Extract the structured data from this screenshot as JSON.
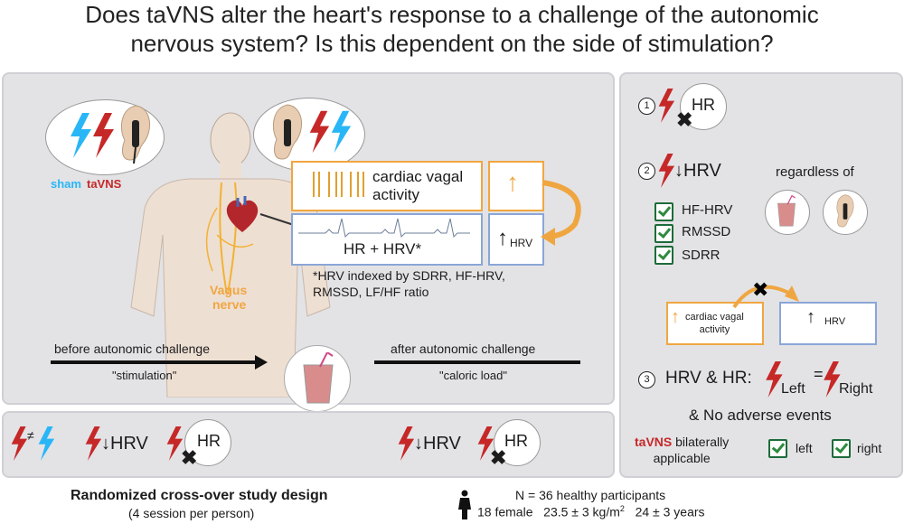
{
  "title": {
    "line1": "Does taVNS alter the heart's response to a challenge of the autonomic",
    "line2": "nervous system? Is this dependent on the side of stimulation?"
  },
  "left_panel": {
    "sham_label": "sham",
    "tavns_label": "taVNS",
    "vagus_label": "Vagus",
    "nerve_label": "nerve",
    "cardiac_vagal_activity": "cardiac vagal\nactivity",
    "up_arrow": "↑",
    "hr_hrv": "HR + HRV*",
    "hrv_up_symbol": "↑",
    "hrv_up_text": "HRV",
    "footnote_line1": "*HRV indexed by SDRR, HF-HRV,",
    "footnote_line2": "RMSSD, LF/HF ratio",
    "before_label": "before autonomic challenge",
    "stimulation_label": "\"stimulation\"",
    "after_label": "after autonomic challenge",
    "caloric_label": "\"caloric load\""
  },
  "bottom_panel": {
    "neq": "≠",
    "hrv1": "↓HRV",
    "hr1": "HR",
    "hrv2": "↓HRV",
    "hr2": "HR"
  },
  "right_panel": {
    "num1": "1",
    "hr": "HR",
    "num2": "2",
    "hrv_down": "↓HRV",
    "regardless": "regardless of",
    "checks": [
      "HF-HRV",
      "RMSSD",
      "SDRR"
    ],
    "cva_line1": "cardiac vagal",
    "cva_line2": "activity",
    "cva_arrow": "↑",
    "hrv_box_arrow": "↑",
    "hrv_box_text": "HRV",
    "num3": "3",
    "hrv_hr": "HRV & HR:",
    "left_sub": "Left",
    "equals": "=",
    "right_sub": "Right",
    "no_adverse": "& No adverse events",
    "tavns": "taVNS",
    "bilaterally": "bilaterally",
    "applicable": "applicable",
    "left_opt": "left",
    "right_opt": "right"
  },
  "footer": {
    "design_title": "Randomized cross-over study design",
    "design_sub": "(4 session per person)",
    "n_participants": "N = 36 healthy participants",
    "female": "18 female",
    "bmi": "23.5 ± 3 kg/m",
    "bmi_sup": "2",
    "age": "24 ± 3 years"
  },
  "colors": {
    "tavns_red": "#c62828",
    "sham_cyan": "#29b6f6",
    "orange": "#f0a640",
    "blue_box": "#8aa6d6",
    "panel_bg": "#e3e3e6",
    "check_green": "#2e8b3e"
  }
}
